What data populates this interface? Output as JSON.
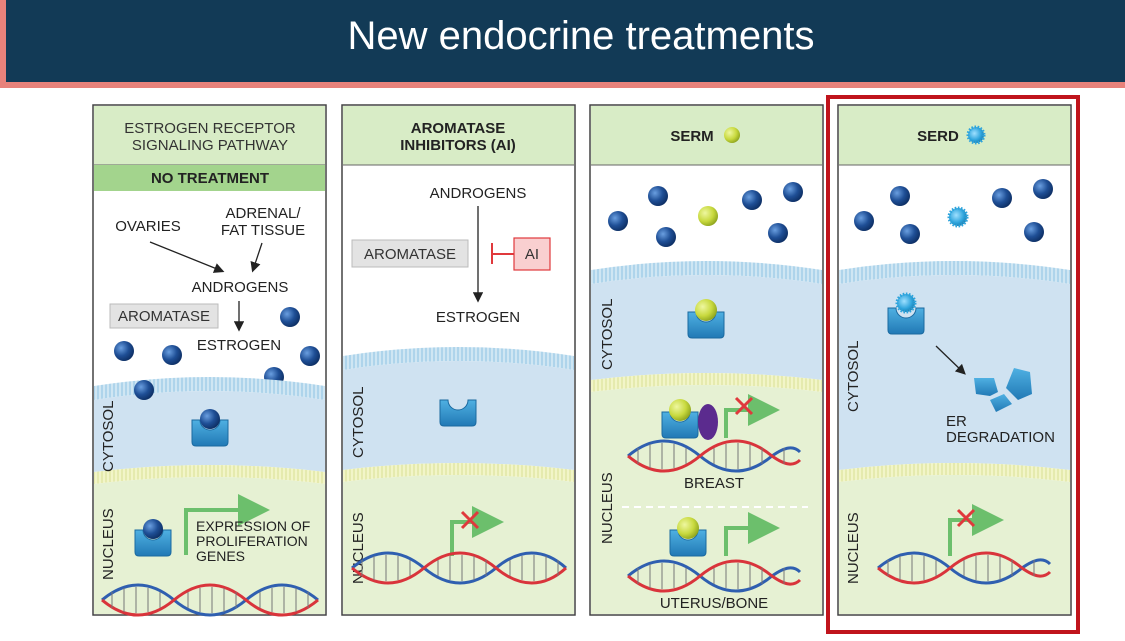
{
  "header": {
    "title": "New endocrine treatments"
  },
  "panels": {
    "p1": {
      "title_line1": "ESTROGEN RECEPTOR",
      "title_line2": "SIGNALING PATHWAY",
      "subtitle": "NO TREATMENT",
      "ovaries": "OVARIES",
      "adrenal_line1": "ADRENAL/",
      "adrenal_line2": "FAT TISSUE",
      "androgens": "ANDROGENS",
      "aromatase": "AROMATASE",
      "estrogen": "ESTROGEN",
      "cytosol": "CYTOSOL",
      "nucleus": "NUCLEUS",
      "expr_line1": "EXPRESSION OF",
      "expr_line2": "PROLIFERATION",
      "expr_line3": "GENES"
    },
    "p2": {
      "title_line1": "AROMATASE",
      "title_line2": "INHIBITORS (AI)",
      "androgens": "ANDROGENS",
      "aromatase": "AROMATASE",
      "ai": "AI",
      "estrogen": "ESTROGEN",
      "cytosol": "CYTOSOL",
      "nucleus": "NUCLEUS"
    },
    "p3": {
      "title": "SERM",
      "cytosol": "CYTOSOL",
      "nucleus": "NUCLEUS",
      "breast": "BREAST",
      "uterus": "UTERUS/BONE"
    },
    "p4": {
      "title": "SERD",
      "cytosol": "CYTOSOL",
      "nucleus": "NUCLEUS",
      "degr_line1": "ER",
      "degr_line2": "DEGRADATION"
    }
  },
  "colors": {
    "header_bg": "#123a56",
    "accent_stripe": "#e8827b",
    "highlight_border": "#c0141c",
    "panel_header": "#d8ecc6",
    "no_treatment": "#a3d48d",
    "cytosol": "#cfe2f1",
    "nucleus": "#e6f1d3",
    "receptor": "#3a98cf",
    "estrogen_dot": "#1f4f96",
    "serm_dot": "#c8d93e",
    "ai_box": "#f9cfd0",
    "inhibit_red": "#e0393c",
    "gene_arrow": "#6cbf6c"
  }
}
